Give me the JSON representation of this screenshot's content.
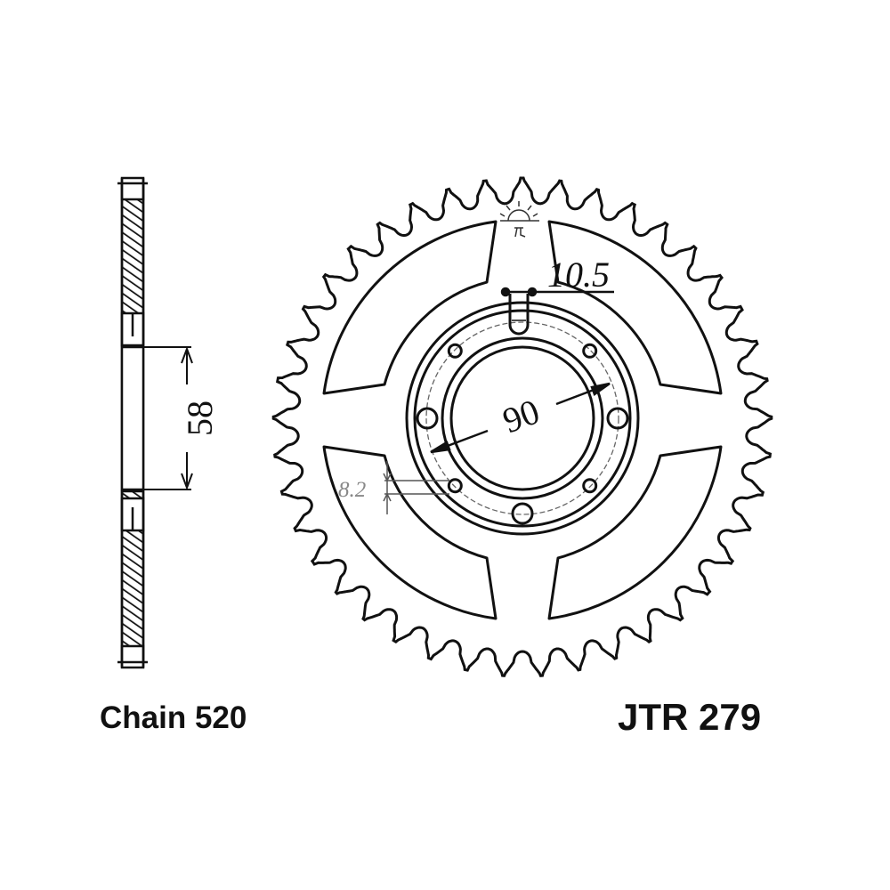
{
  "drawing": {
    "chain_label": "Chain 520",
    "part_number": "JTR 279",
    "dimensions": {
      "bore_spacing": "58",
      "center_bore": "90",
      "slot_width": "10.5",
      "hole_diameter": "8.2"
    },
    "teeth_count": 41,
    "colors": {
      "line": "#111111",
      "secondary": "#888888",
      "background": "#ffffff"
    }
  }
}
